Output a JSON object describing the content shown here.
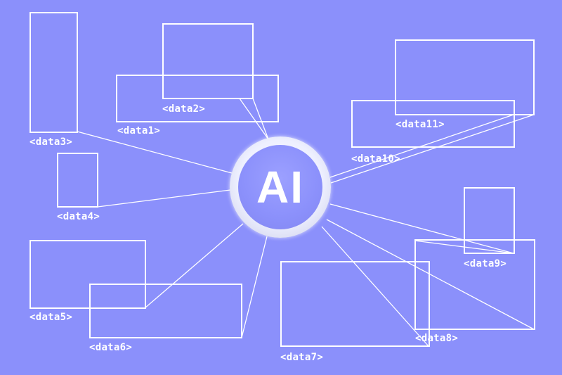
{
  "center": {
    "text": "AI"
  },
  "colors": {
    "background": "#8b90fb",
    "stroke": "#ffffff"
  },
  "nodes": [
    {
      "label": "<data1>"
    },
    {
      "label": "<data2>"
    },
    {
      "label": "<data3>"
    },
    {
      "label": "<data4>"
    },
    {
      "label": "<data5>"
    },
    {
      "label": "<data6>"
    },
    {
      "label": "<data7>"
    },
    {
      "label": "<data8>"
    },
    {
      "label": "<data9>"
    },
    {
      "label": "<data10>"
    },
    {
      "label": "<data11>"
    }
  ]
}
